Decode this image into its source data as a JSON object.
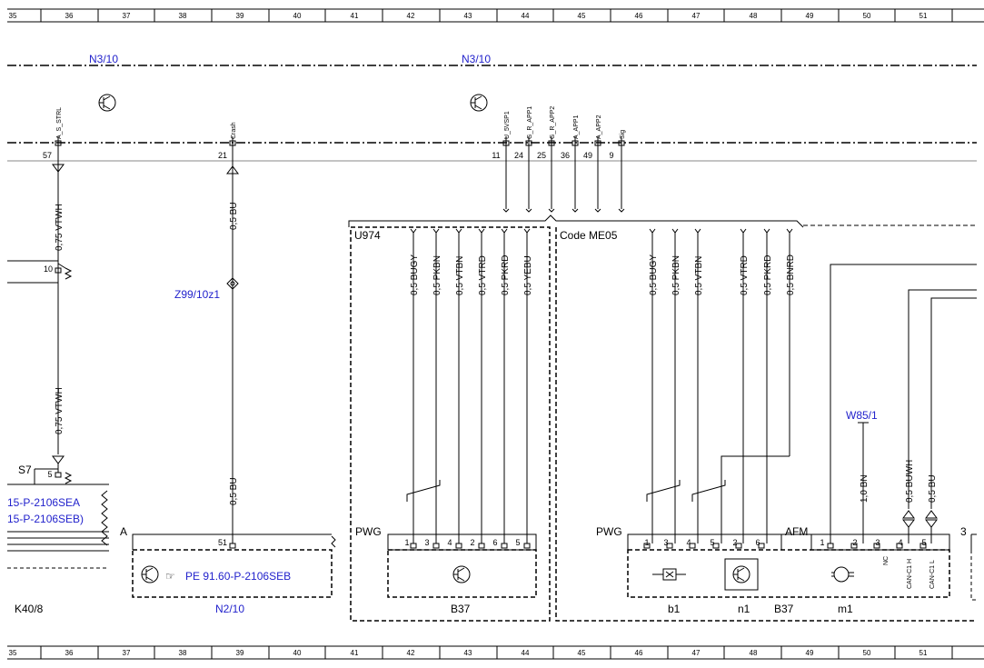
{
  "ruler": {
    "numbers": [
      "35",
      "36",
      "37",
      "38",
      "39",
      "40",
      "41",
      "42",
      "43",
      "44",
      "45",
      "46",
      "47",
      "48",
      "49",
      "50",
      "51"
    ]
  },
  "labels": {
    "n3_left": "N3/10",
    "n3_center": "N3/10",
    "z99": "Z99/10z1",
    "w85": "W85/1",
    "n2": "N2/10",
    "k40": "K40/8",
    "s7": "S7",
    "ref_sea": "15-P-2106SEA",
    "ref_seb": "15-P-2106SEB)",
    "pe_ref": "PE 91.60-P-2106SEB",
    "conn_a": "A",
    "u974": "U974",
    "code": "Code ME05",
    "pwg1": "PWG",
    "pwg2": "PWG",
    "afm": "AFM",
    "conn3": "3",
    "b37_left": "B37",
    "b37_right": "B37",
    "b1": "b1",
    "n1": "n1",
    "m1": "m1",
    "nc": "NC",
    "can_h": "CAN-C1 H",
    "can_l": "CAN-C1 L"
  },
  "pins": {
    "sstrl": "A_S_STRL",
    "crash": "Crash",
    "n3": [
      "U_5VSP1",
      "G_R_APP1",
      "G_R_APP2",
      "A_APP1",
      "A_APP2",
      "Sig"
    ],
    "n3_nums": [
      "11",
      "24",
      "25",
      "36",
      "49",
      "9"
    ],
    "p57": "57",
    "p21": "21",
    "p10": "10",
    "p5": "5",
    "p51": "51"
  },
  "wires": {
    "vtwh1": "0,75 VTWH",
    "vtwh2": "0,75 VTWH",
    "bu1": "0,5 BU",
    "bu2": "0,5 BU",
    "left_group": [
      "0,5 BUGY",
      "0,5 PKBN",
      "0,5 VTBN",
      "0,5 VTRD",
      "0,5 PKRD",
      "0,5 YEBU"
    ],
    "right_group": [
      "0,5 BUGY",
      "0,5 PKBN",
      "0,5 VTBN",
      "0,5 VTRD",
      "0,5 PKRD",
      "0,5 BNRD"
    ],
    "bn": "1,0 BN",
    "buwh": "0,5 BUWH",
    "bu3": "0,5 BU"
  },
  "pwg1_pins": [
    "1",
    "3",
    "4",
    "2",
    "6",
    "5"
  ],
  "pwg2_pins": [
    "1",
    "3",
    "4",
    "5",
    "2",
    "6"
  ],
  "afm_pins": [
    "1",
    "2",
    "3",
    "4",
    "5"
  ]
}
